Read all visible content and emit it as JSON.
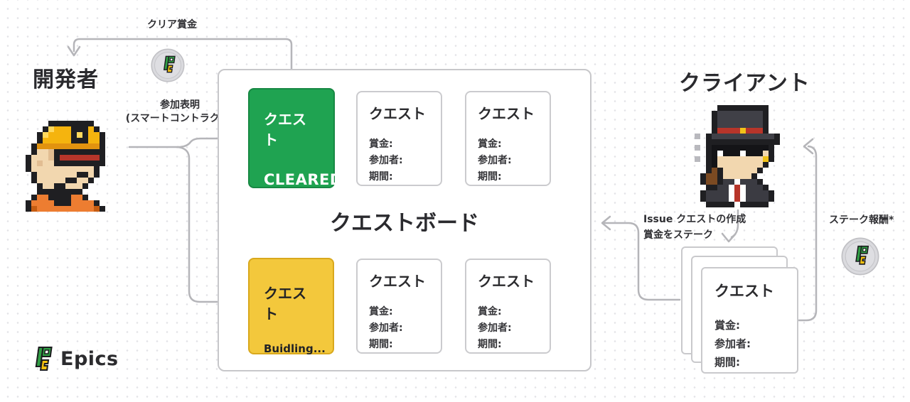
{
  "headings": {
    "developer": "開発者",
    "client": "クライアント",
    "board": "クエストボード"
  },
  "labels": {
    "clear_reward": "クリア賞金",
    "participation": "参加表明",
    "participation_sub": "(スマートコントラクト)",
    "issue_quest": "Issue クエストの作成",
    "stake_prize": "賞金をステーク",
    "stake_reward": "ステーク報酬*"
  },
  "card": {
    "title": "クエスト",
    "fields": [
      "賞金:",
      "参加者:",
      "期間:"
    ]
  },
  "status_cards": {
    "cleared": {
      "title": "クエスト",
      "status": "CLEARED"
    },
    "building": {
      "title": "クエスト",
      "status": "Buidling..."
    }
  },
  "logo": {
    "text": "Epics"
  },
  "icons": {
    "coin": "epics-coin-icon",
    "developer_avatar": "pixel construction worker",
    "client_avatar": "pixel top-hat client"
  },
  "colors": {
    "cleared_green": "#1FA351",
    "building_yellow": "#F3C83C",
    "arrow_gray": "#B5B5B9",
    "border_gray": "#C9C9CC",
    "text_dark": "#2D2D30"
  }
}
